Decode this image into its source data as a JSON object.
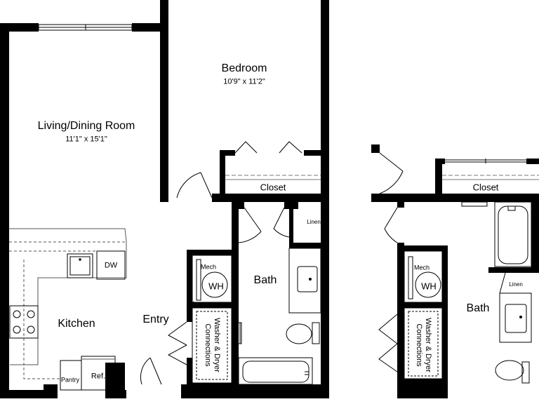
{
  "rooms": {
    "living": {
      "name": "Living/Dining Room",
      "dims": "11'1\" x 15'1\""
    },
    "bedroom": {
      "name": "Bedroom",
      "dims": "10'9\" x 11'2\""
    },
    "kitchen": {
      "name": "Kitchen"
    },
    "entry": {
      "name": "Entry"
    },
    "bath_left": {
      "name": "Bath"
    },
    "bath_right": {
      "name": "Bath"
    },
    "closet_left": {
      "name": "Closet"
    },
    "closet_right": {
      "name": "Closet"
    }
  },
  "fixtures": {
    "dishwasher": "DW",
    "pantry": "Pantry",
    "refrigerator": "Ref.",
    "mech_left": "Mech",
    "wh_left": "WH",
    "mech_right": "Mech",
    "wh_right": "WH",
    "linen_left": "Linen",
    "linen_right": "Linen",
    "washer_left": {
      "line1": "Washer & Dryer",
      "line2": "Connections"
    },
    "washer_right": {
      "line1": "Washer & Dryer",
      "line2": "Connections"
    }
  }
}
